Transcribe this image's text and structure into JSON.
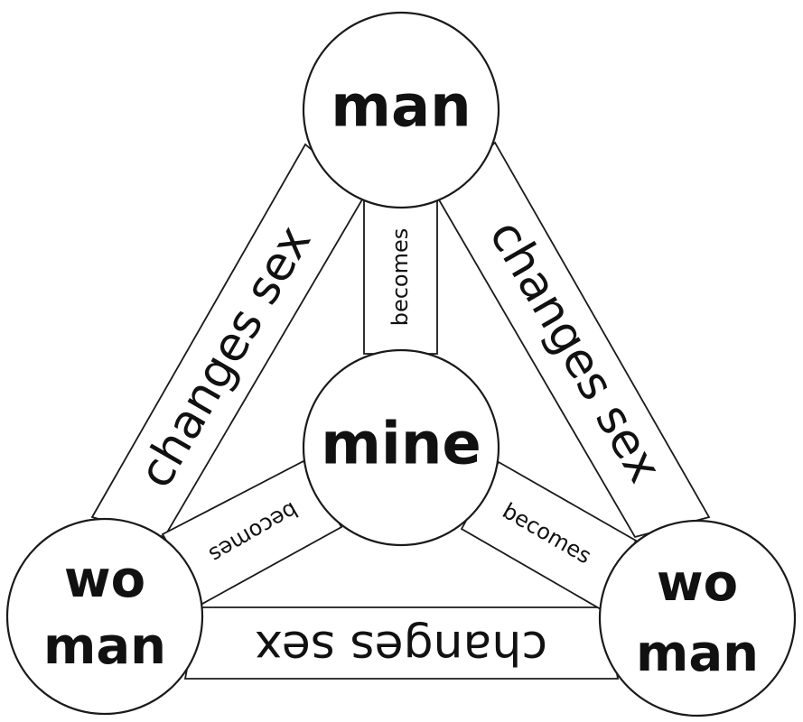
{
  "nodes": {
    "top": {
      "lines": [
        "man"
      ]
    },
    "center": {
      "lines": [
        "mine"
      ]
    },
    "left": {
      "lines": [
        "wo",
        "man"
      ]
    },
    "right": {
      "lines": [
        "wo",
        "man"
      ]
    }
  },
  "edges": {
    "top_left": "changes sex",
    "top_right": "changes sex",
    "bottom": "changes sex",
    "center_top": "becomes",
    "center_left": "becomes",
    "center_right": "becomes"
  },
  "colors": {
    "stroke": "#1a1a1a",
    "text": "#111111",
    "fill": "#ffffff"
  }
}
